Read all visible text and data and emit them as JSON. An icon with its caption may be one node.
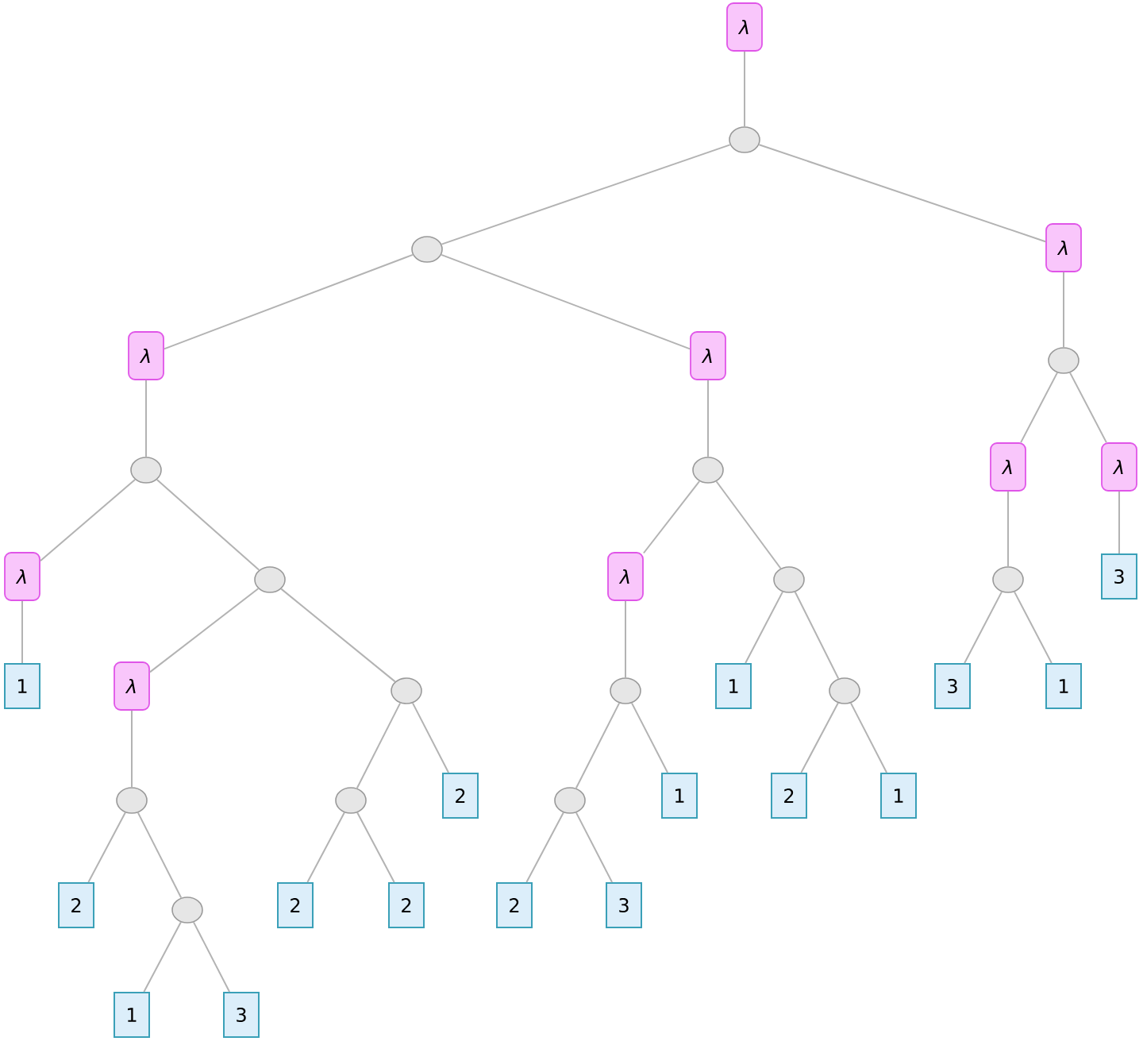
{
  "diagram": {
    "nodes": [
      {
        "text": [
          "λ"
        ]
      },
      {
        "text": [],
        "shape": "circle"
      },
      {
        "text": [],
        "shape": "circle"
      },
      {
        "text": [
          "λ"
        ]
      },
      {
        "text": [
          "λ"
        ]
      },
      {
        "text": [
          "λ"
        ]
      },
      {
        "text": [],
        "shape": "circle"
      },
      {
        "text": [],
        "shape": "circle"
      },
      {
        "text": [],
        "shape": "circle"
      },
      {
        "text": [
          "λ"
        ]
      },
      {
        "text": [
          "λ"
        ]
      },
      {
        "text": [
          "λ"
        ]
      },
      {
        "text": [],
        "shape": "circle"
      },
      {
        "text": [
          "λ"
        ]
      },
      {
        "text": [],
        "shape": "circle"
      },
      {
        "text": [],
        "shape": "circle"
      },
      {
        "text": [
          "3"
        ]
      },
      {
        "text": [
          "1"
        ]
      },
      {
        "text": [
          "λ"
        ]
      },
      {
        "text": [],
        "shape": "circle"
      },
      {
        "text": [],
        "shape": "circle"
      },
      {
        "text": [
          "1"
        ]
      },
      {
        "text": [],
        "shape": "circle"
      },
      {
        "text": [
          "3"
        ]
      },
      {
        "text": [
          "1"
        ]
      },
      {
        "text": [],
        "shape": "circle"
      },
      {
        "text": [],
        "shape": "circle"
      },
      {
        "text": [
          "2"
        ]
      },
      {
        "text": [],
        "shape": "circle"
      },
      {
        "text": [
          "1"
        ]
      },
      {
        "text": [
          "2"
        ]
      },
      {
        "text": [
          "1"
        ]
      },
      {
        "text": [
          "2"
        ]
      },
      {
        "text": [],
        "shape": "circle"
      },
      {
        "text": [
          "2"
        ]
      },
      {
        "text": [
          "2"
        ]
      },
      {
        "text": [
          "2"
        ]
      },
      {
        "text": [
          "3"
        ]
      },
      {
        "text": [
          "1"
        ]
      },
      {
        "text": [
          "3"
        ]
      }
    ],
    "edges": [
      {
        "from": 0,
        "to": 1,
        "arrow": "none"
      },
      {
        "from": 1,
        "to": 2,
        "arrow": "none"
      },
      {
        "from": 1,
        "to": 3,
        "arrow": "none"
      },
      {
        "from": 2,
        "to": 4,
        "arrow": "none"
      },
      {
        "from": 2,
        "to": 5,
        "arrow": "none"
      },
      {
        "from": 3,
        "to": 6,
        "arrow": "none"
      },
      {
        "from": 4,
        "to": 7,
        "arrow": "none"
      },
      {
        "from": 5,
        "to": 8,
        "arrow": "none"
      },
      {
        "from": 6,
        "to": 9,
        "arrow": "none"
      },
      {
        "from": 6,
        "to": 10,
        "arrow": "none"
      },
      {
        "from": 7,
        "to": 11,
        "arrow": "none"
      },
      {
        "from": 7,
        "to": 12,
        "arrow": "none"
      },
      {
        "from": 8,
        "to": 13,
        "arrow": "none"
      },
      {
        "from": 8,
        "to": 14,
        "arrow": "none"
      },
      {
        "from": 9,
        "to": 15,
        "arrow": "none"
      },
      {
        "from": 10,
        "to": 16,
        "arrow": "none"
      },
      {
        "from": 11,
        "to": 17,
        "arrow": "none"
      },
      {
        "from": 12,
        "to": 18,
        "arrow": "none"
      },
      {
        "from": 12,
        "to": 19,
        "arrow": "none"
      },
      {
        "from": 13,
        "to": 20,
        "arrow": "none"
      },
      {
        "from": 14,
        "to": 21,
        "arrow": "none"
      },
      {
        "from": 14,
        "to": 22,
        "arrow": "none"
      },
      {
        "from": 15,
        "to": 23,
        "arrow": "none"
      },
      {
        "from": 15,
        "to": 24,
        "arrow": "none"
      },
      {
        "from": 18,
        "to": 25,
        "arrow": "none"
      },
      {
        "from": 19,
        "to": 26,
        "arrow": "none"
      },
      {
        "from": 19,
        "to": 27,
        "arrow": "none"
      },
      {
        "from": 20,
        "to": 28,
        "arrow": "none"
      },
      {
        "from": 20,
        "to": 29,
        "arrow": "none"
      },
      {
        "from": 22,
        "to": 30,
        "arrow": "none"
      },
      {
        "from": 22,
        "to": 31,
        "arrow": "none"
      },
      {
        "from": 25,
        "to": 32,
        "arrow": "none"
      },
      {
        "from": 25,
        "to": 33,
        "arrow": "none"
      },
      {
        "from": 26,
        "to": 34,
        "arrow": "none"
      },
      {
        "from": 26,
        "to": 35,
        "arrow": "none"
      },
      {
        "from": 28,
        "to": 36,
        "arrow": "none"
      },
      {
        "from": 28,
        "to": 37,
        "arrow": "none"
      },
      {
        "from": 33,
        "to": 38,
        "arrow": "none"
      },
      {
        "from": 33,
        "to": 39,
        "arrow": "none"
      }
    ]
  }
}
